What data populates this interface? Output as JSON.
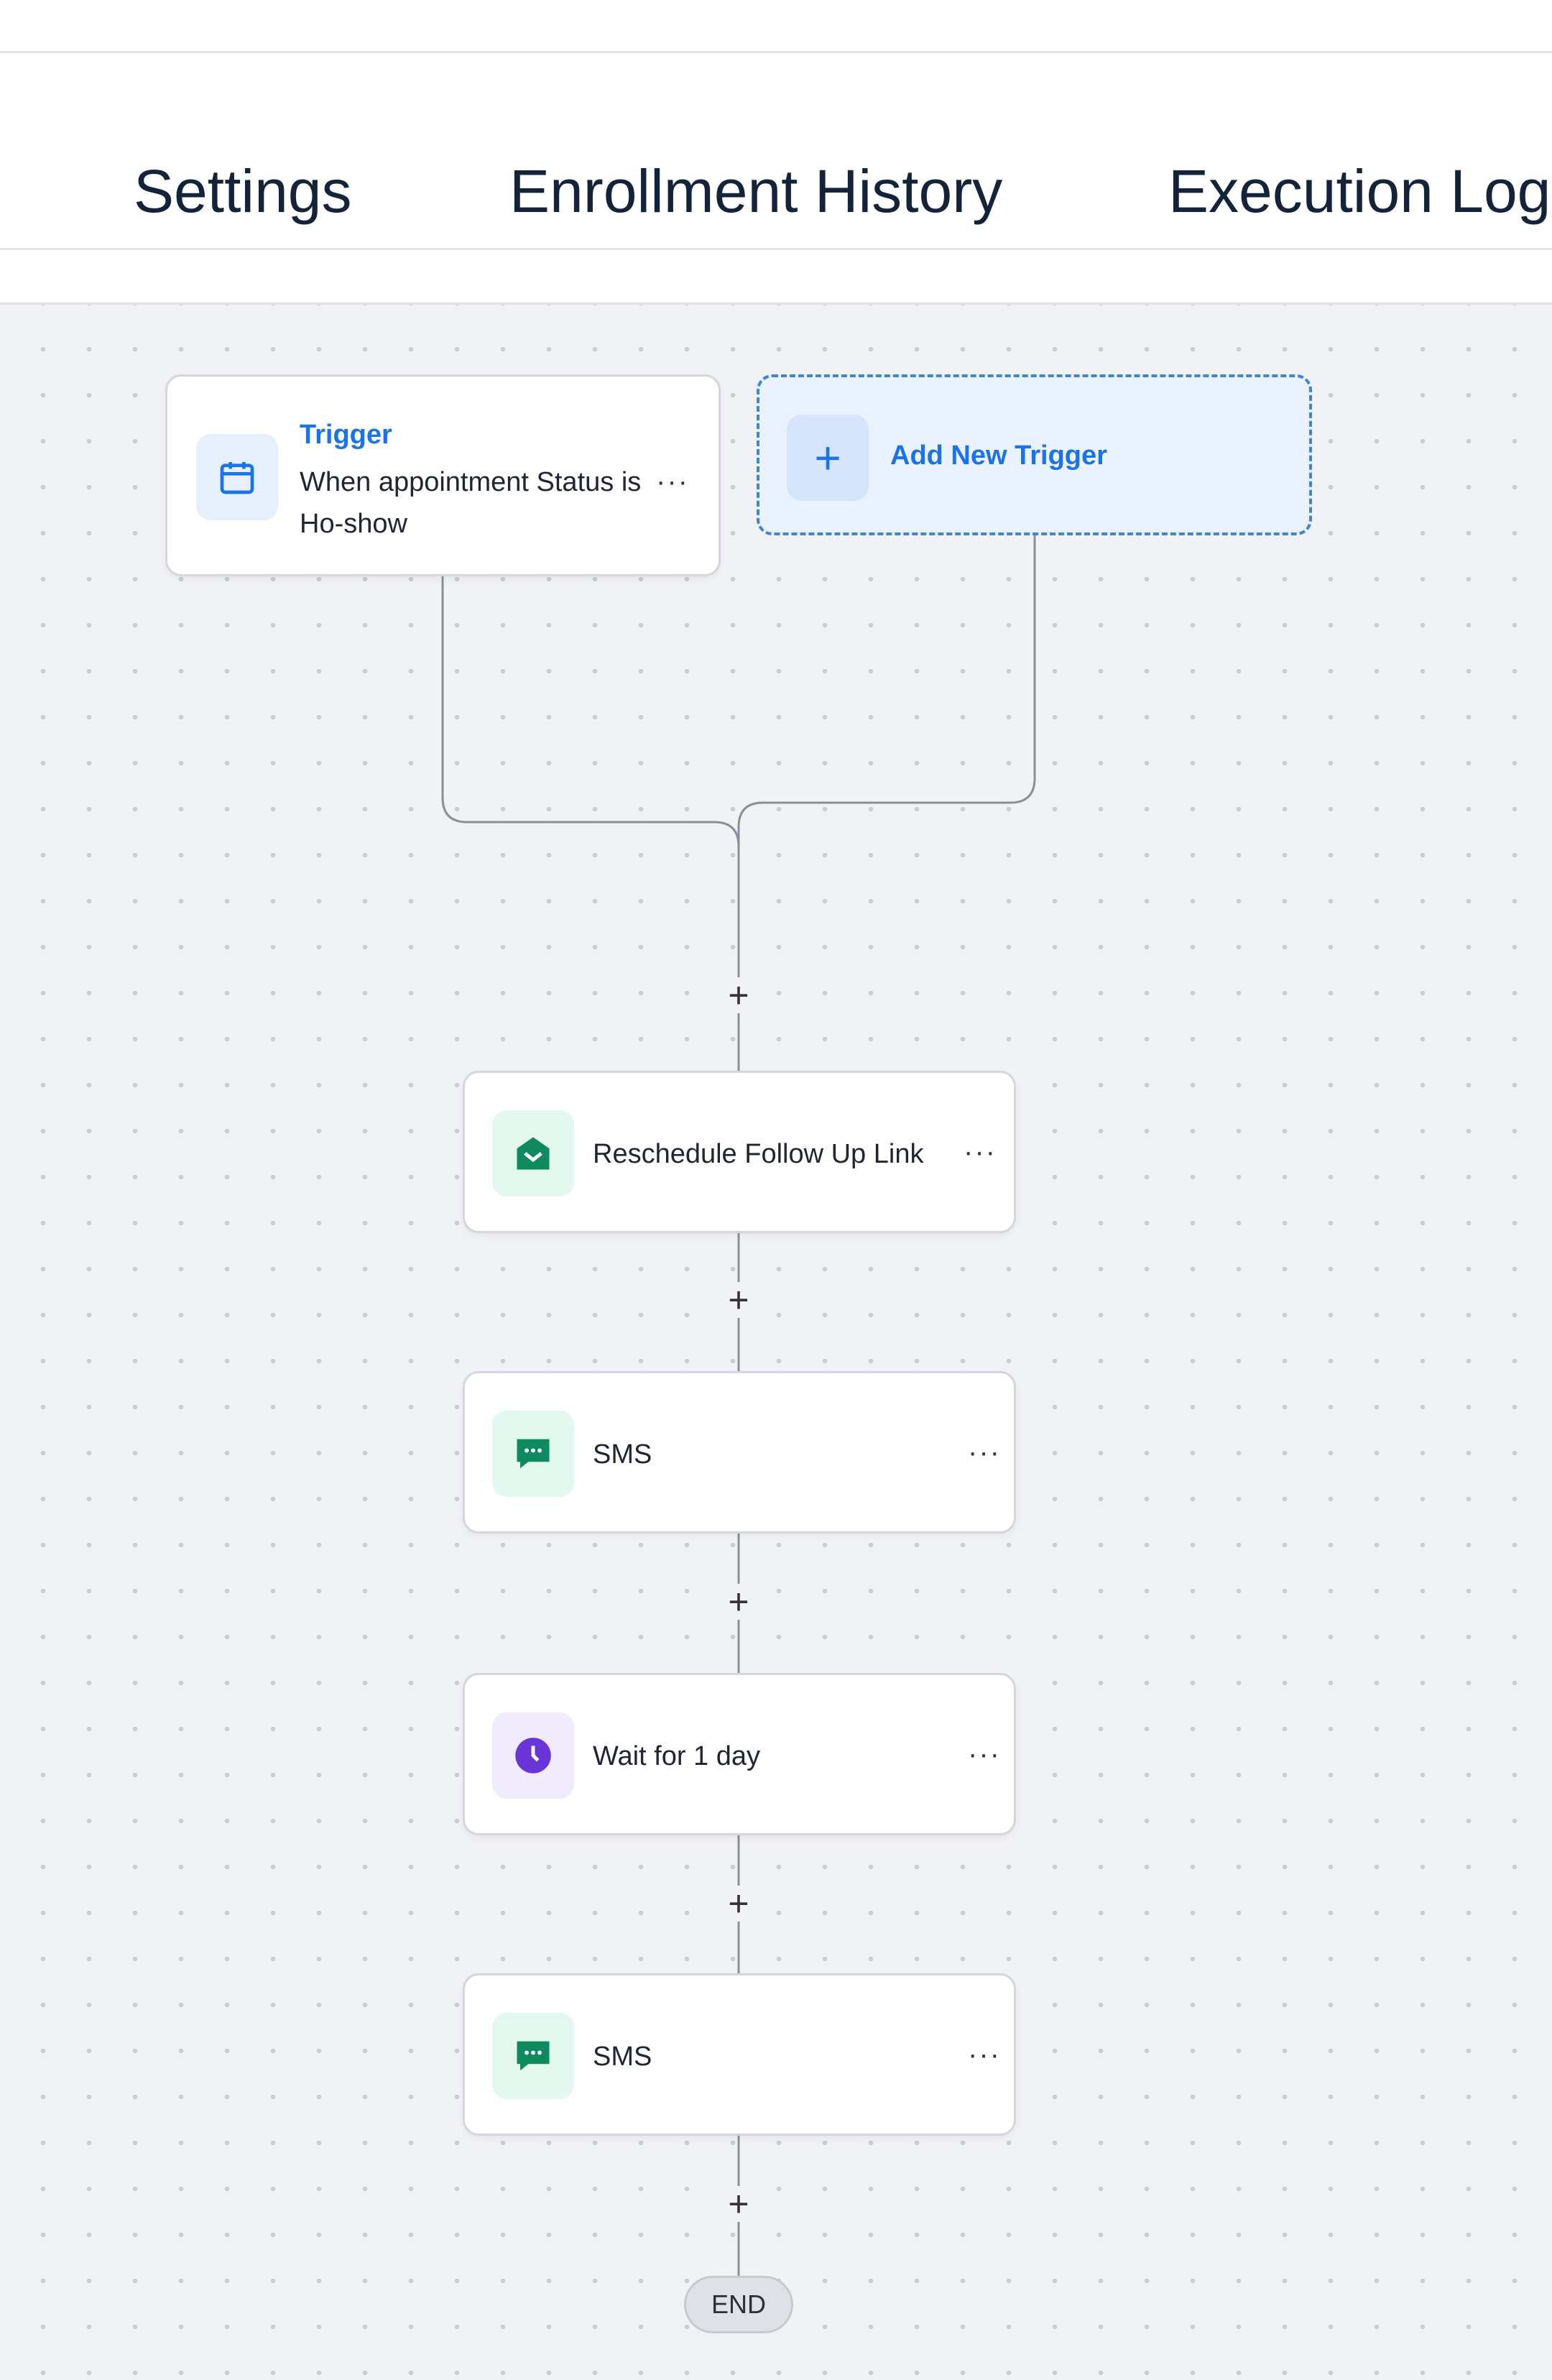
{
  "tabs": [
    {
      "label": "Settings"
    },
    {
      "label": "Enrollment History"
    },
    {
      "label": "Execution Log"
    }
  ],
  "trigger": {
    "title": "Trigger",
    "description": "When appointment Status is Ho-show",
    "icon": "calendar-icon",
    "more": "···"
  },
  "add_trigger": {
    "label": "Add New Trigger",
    "icon": "plus-icon"
  },
  "steps": [
    {
      "label": "Reschedule Follow Up Link",
      "icon": "email-icon",
      "more": "···",
      "color": "#0f8a5f"
    },
    {
      "label": "SMS",
      "icon": "sms-icon",
      "more": "···",
      "color": "#0f8a5f"
    },
    {
      "label": "Wait for 1 day",
      "icon": "clock-icon",
      "more": "···",
      "color": "#6a35d6"
    },
    {
      "label": "SMS",
      "icon": "sms-icon",
      "more": "···",
      "color": "#0f8a5f"
    }
  ],
  "add_step": "+",
  "end_label": "END",
  "colors": {
    "accent": "#1a73e8",
    "canvas": "#f1f2f6"
  }
}
